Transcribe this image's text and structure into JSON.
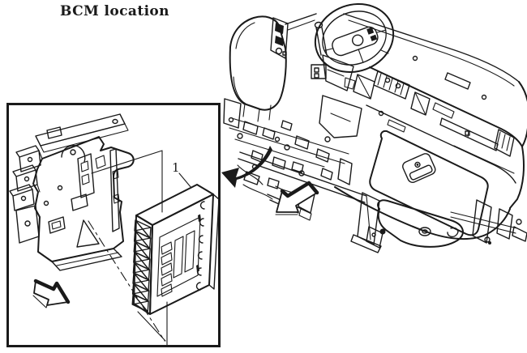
{
  "page": {
    "title": "BCM location"
  },
  "colors": {
    "ink": "#1a1a1a",
    "background": "#ffffff"
  },
  "inset": {
    "callout_label": "1"
  },
  "icons": {
    "curved_arrow": "curved-arrow-pointing-left",
    "dash_block_arrow": "block-arrow-pointing-down-left",
    "inset_block_arrow": "block-arrow-pointing-down-right"
  }
}
